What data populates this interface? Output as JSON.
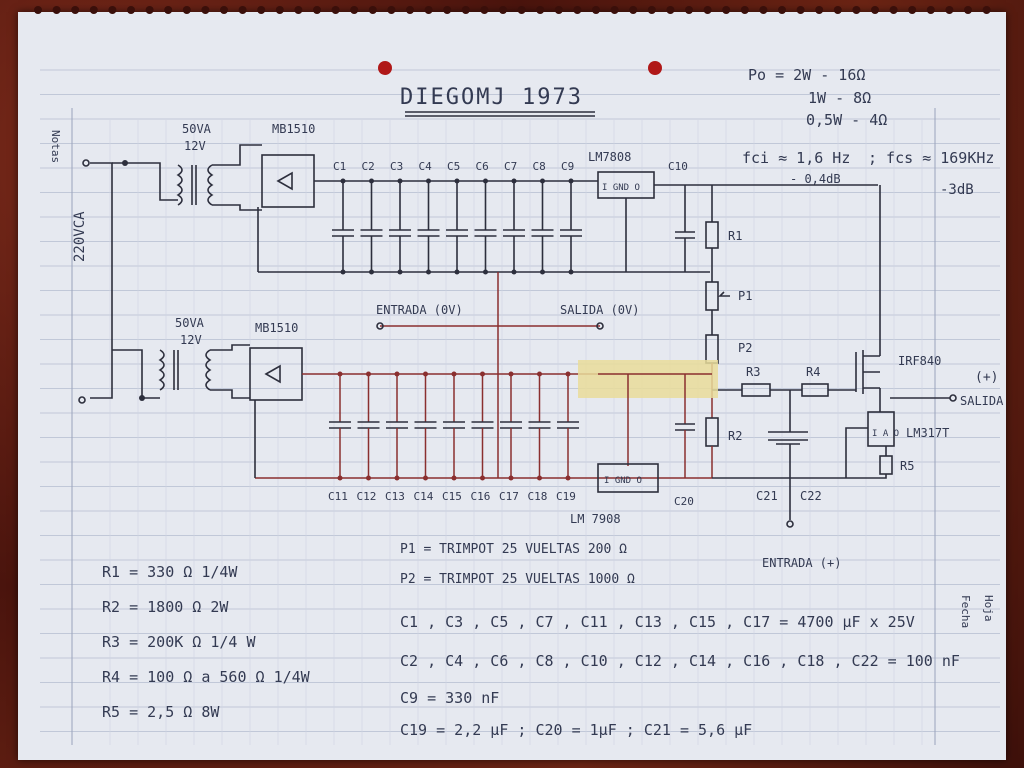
{
  "margin_labels": {
    "notas": "Notas",
    "fecha": "Fecha",
    "hoja": "Hoja"
  },
  "title": "DIEGOMJ 1973",
  "power": [
    "Po = 2W - 16Ω",
    "1W - 8Ω",
    "0,5W - 4Ω"
  ],
  "freq": {
    "fci": "fci ≈ 1,6 Hz",
    "fci_db": "- 0,4dB",
    "fcs": "; fcs ≈ 169KHz",
    "fcs_db": "-3dB"
  },
  "labels": {
    "mains": "220VCA",
    "xfmr_top": [
      "50VA",
      "12V"
    ],
    "bridge_top": "MB1510",
    "xfmr_bot": [
      "50VA",
      "12V"
    ],
    "bridge_bot": "MB1510",
    "reg_top": "LM7808",
    "reg_top_pins": "I  GND  O",
    "reg_bot": "LM 7908",
    "reg_bot_pins": "I  GND  O",
    "caps_top": [
      "C1",
      "C2",
      "C3",
      "C4",
      "C5",
      "C6",
      "C7",
      "C8",
      "C9"
    ],
    "cap_top_out": "C10",
    "caps_bot": [
      "C11",
      "C12",
      "C13",
      "C14",
      "C15",
      "C16",
      "C17",
      "C18",
      "C19"
    ],
    "cap_bot_out": "C20",
    "entrada_0v": "ENTRADA (0V)",
    "salida_0v": "SALIDA (0V)",
    "r1": "R1",
    "p1": "P1",
    "p2": "P2",
    "r2": "R2",
    "r3": "R3",
    "r4": "R4",
    "r5": "R5",
    "mosfet": "IRF840",
    "salida_plus": "(+)",
    "salida": "SALIDA",
    "lm317": "LM317T",
    "lm317_pins": "I  A  O",
    "c21": "C21",
    "c22": "C22",
    "entrada_plus": "ENTRADA (+)"
  },
  "bom_resistors": [
    "R1 = 330 Ω    1/4W",
    "R2 = 1800 Ω    2W",
    "R3 = 200K Ω    1/4 W",
    "R4 = 100 Ω  a  560 Ω    1/4W",
    "R5 = 2,5 Ω    8W"
  ],
  "bom_other": [
    "P1 = TRIMPOT  25 VUELTAS  200 Ω",
    "P2 = TRIMPOT  25 VUELTAS  1000 Ω",
    "C1 , C3 , C5 , C7 , C11 , C13 , C15 , C17 = 4700 µF x 25V",
    "C2 , C4 , C6 , C8 , C10 , C12 , C14 , C16 , C18 , C22 = 100 nF",
    "C9 = 330 nF",
    "C19 = 2,2 µF   ;   C20 = 1µF   ;   C21 = 5,6 µF"
  ]
}
